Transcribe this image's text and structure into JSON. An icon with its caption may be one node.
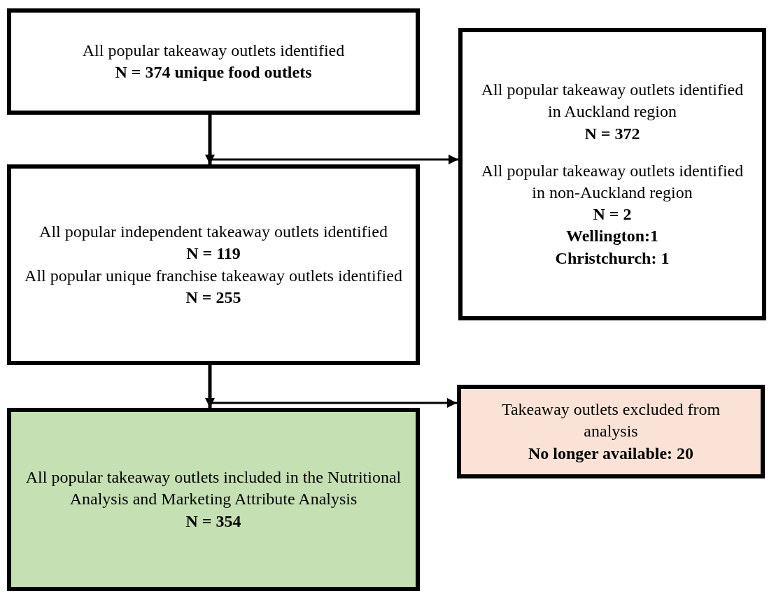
{
  "diagram": {
    "nodes": [
      {
        "text": [
          "All popular takeaway outlets identified",
          "N = 374 unique food outlets"
        ]
      },
      {
        "text": [
          "All popular takeaway outlets identified in Auckland region",
          "N = 372",
          "All popular takeaway outlets identified in non-Auckland region",
          "N = 2",
          "Wellington:1",
          "Christchurch: 1"
        ]
      },
      {
        "text": [
          "All popular independent takeaway outlets identified",
          "N = 119",
          "All popular unique franchise takeaway outlets identified",
          "N = 255"
        ]
      },
      {
        "text": [
          "Takeaway outlets excluded from analysis",
          "No longer available: 20"
        ]
      },
      {
        "text": [
          "All popular takeaway outlets included in the Nutritional Analysis and Marketing Attribute Analysis",
          "N = 354"
        ]
      }
    ],
    "edges": [
      {
        "from": 0,
        "to": 1,
        "arrow": "to"
      },
      {
        "from": 0,
        "to": 2,
        "arrow": "to"
      },
      {
        "from": 2,
        "to": 3,
        "arrow": "to"
      },
      {
        "from": 2,
        "to": 4,
        "arrow": "to"
      }
    ]
  }
}
